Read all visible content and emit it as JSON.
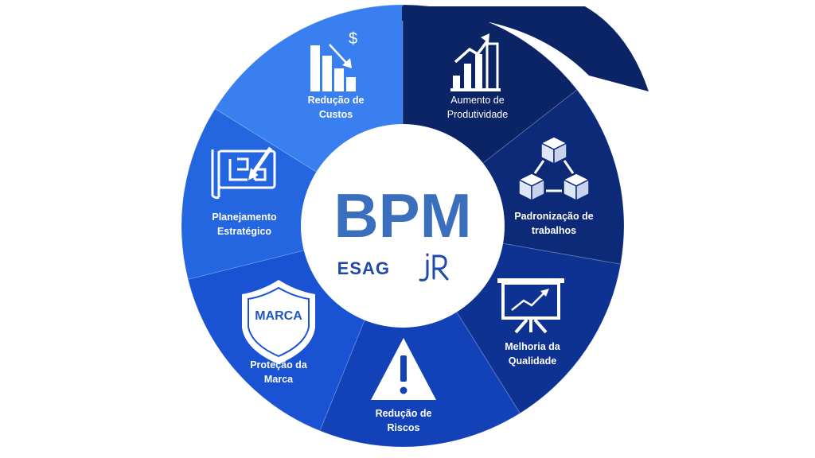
{
  "center": {
    "title": "BPM",
    "logo_text": "ESAG",
    "logo_mark": "jR"
  },
  "segments": [
    {
      "label_lines": [
        "Aumento de",
        "Produtividade"
      ],
      "icon": "bar-chart-growth-icon",
      "color": "#0b2466"
    },
    {
      "label_lines": [
        "Padronização de",
        "trabalhos"
      ],
      "icon": "connected-cubes-icon",
      "color": "#0c2a78"
    },
    {
      "label_lines": [
        "Melhoria da",
        "Qualidade"
      ],
      "icon": "presentation-board-icon",
      "color": "#0e3292"
    },
    {
      "label_lines": [
        "Redução de",
        "Riscos"
      ],
      "icon": "warning-triangle-icon",
      "color": "#1342b8"
    },
    {
      "label_lines": [
        "Proteção da",
        "Marca"
      ],
      "icon": "shield-brand-icon",
      "color": "#1a52d4"
    },
    {
      "label_lines": [
        "Planejamento",
        "Estratégico"
      ],
      "icon": "blueprint-pencil-icon",
      "color": "#2465e0"
    },
    {
      "label_lines": [
        "Redução de",
        "Custos"
      ],
      "icon": "declining-cost-bars-icon",
      "color": "#3a7ff0"
    }
  ],
  "shield_text": "MARCA",
  "colors": {
    "center_fill": "#ffffff",
    "title": "#3a6fbd",
    "logo": "#1f4aa8",
    "arrow_head": "#0b2466"
  }
}
